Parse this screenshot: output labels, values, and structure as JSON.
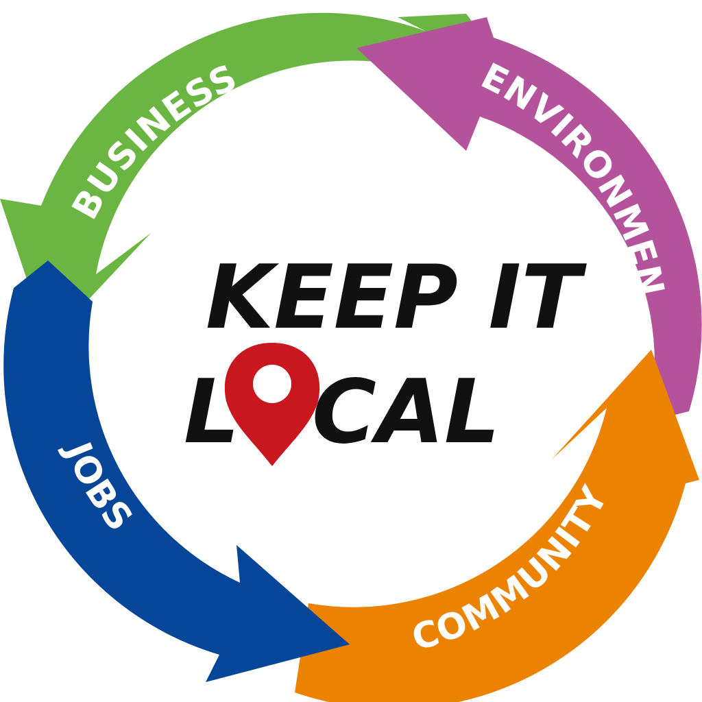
{
  "logo": {
    "title_line1": "KEEP IT",
    "title_line2_left": "L",
    "title_line2_right": "CAL",
    "pin_icon": "map-pin-icon",
    "pin_color": "#c8171e",
    "text_color": "#111111"
  },
  "cycle": [
    {
      "label": "BUSINESS",
      "color": "#6bb543"
    },
    {
      "label": "ENVIRONMENT",
      "color": "#b4539b"
    },
    {
      "label": "COMMUNITY",
      "color": "#ec8300"
    },
    {
      "label": "JOBS",
      "color": "#054699"
    }
  ]
}
